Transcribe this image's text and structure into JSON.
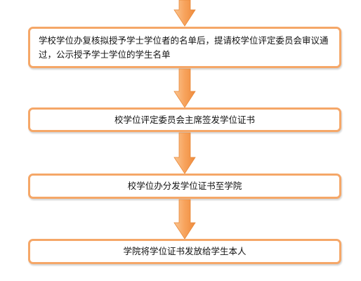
{
  "flowchart": {
    "steps": [
      {
        "text": "学校学位办复核拟授予学士学位者的名单后，提请校学位评定委员会审议通过，公示授予学士学位的学生名单"
      },
      {
        "text": "校学位评定委员会主席签发学位证书"
      },
      {
        "text": "校学位办分发学位证书至学院"
      },
      {
        "text": "学院将学位证书发放给学生本人"
      }
    ],
    "connector": {
      "icon": "arrow-down-icon",
      "color": "#f7a35c",
      "edge_color": "#e8893a"
    },
    "box_border_color": "#f5a768"
  }
}
